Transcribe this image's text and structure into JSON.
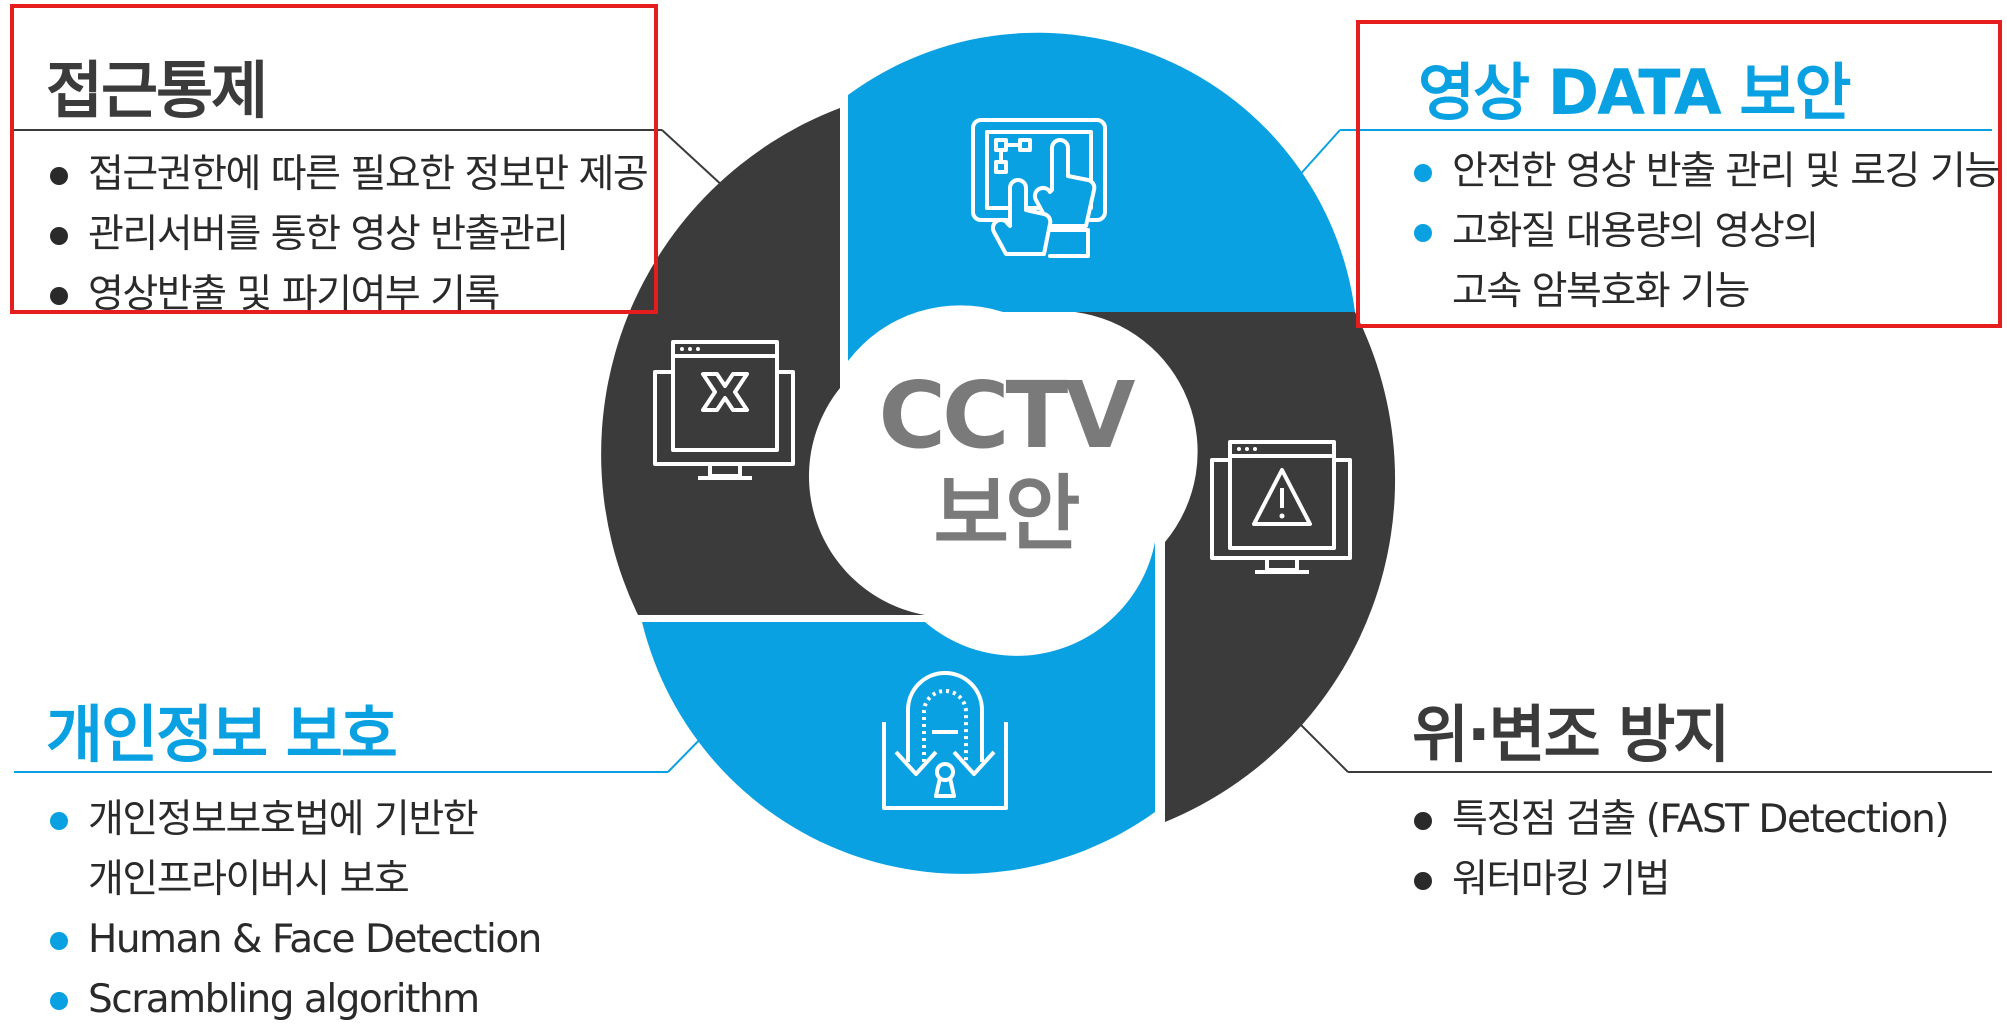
{
  "center": {
    "line1": "CCTV",
    "line2": "보안"
  },
  "sections": {
    "access_control": {
      "title": "접근통제",
      "items": [
        "접근권한에 따른 필요한 정보만 제공",
        "관리서버를 통한 영상 반출관리",
        "영상반출 및 파기여부 기록"
      ]
    },
    "video_data_security": {
      "title": "영상 DATA 보안",
      "items": [
        "안전한 영상 반출 관리 및 로깅 기능",
        [
          "고화질 대용량의 영상의",
          "고속 암복호화 기능"
        ]
      ]
    },
    "privacy_protection": {
      "title": "개인정보 보호",
      "items": [
        [
          "개인정보보호법에 기반한",
          "개인프라이버시 보호"
        ],
        "Human & Face Detection",
        "Scrambling algorithm"
      ]
    },
    "forgery_prevention": {
      "title": "위·변조 방지",
      "items": [
        "특징점 검출 (FAST Detection)",
        "워터마킹 기법"
      ]
    }
  },
  "colors": {
    "blue": "#0aa1e2",
    "dark": "#3b3b3b",
    "highlight": "#e51d1d",
    "center_text": "#7a7a7a"
  },
  "icons": {
    "top": "touch-screen-icon",
    "left": "monitor-x-icon",
    "right": "monitor-warning-icon",
    "bottom": "download-lock-icon"
  }
}
